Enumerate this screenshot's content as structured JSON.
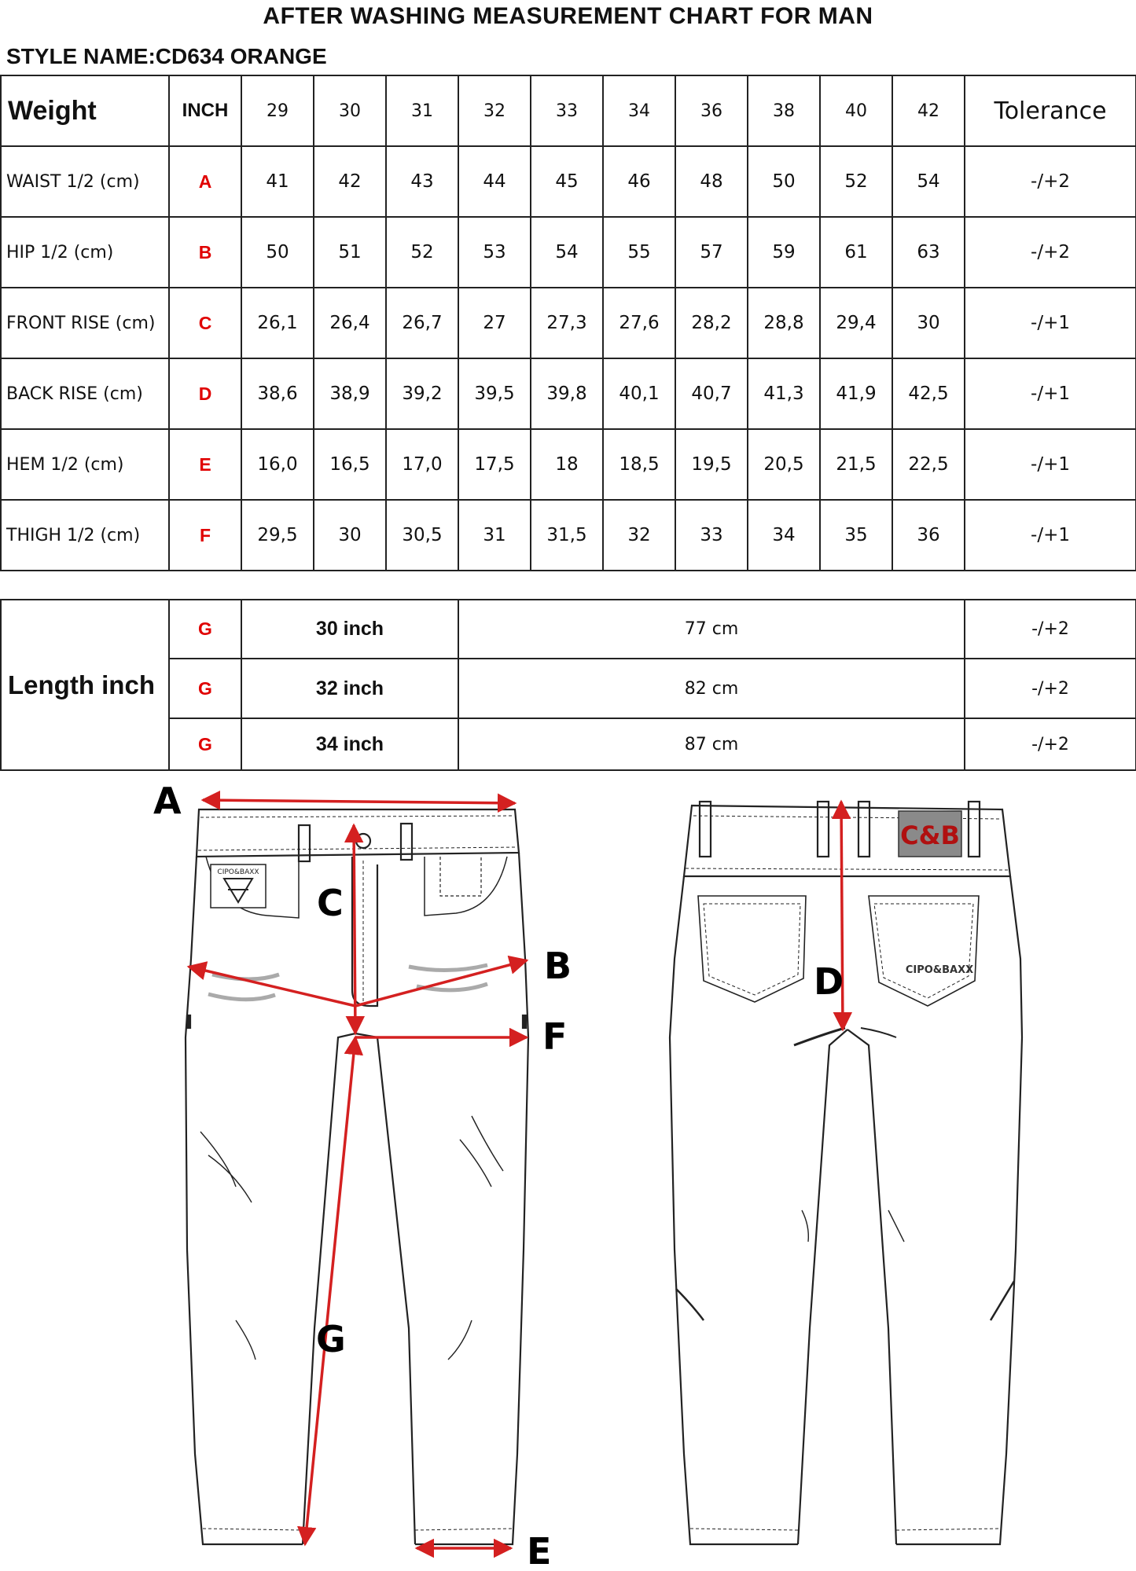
{
  "title": "AFTER WASHING MEASUREMENT CHART FOR MAN",
  "style_name": "STYLE NAME:CD634 ORANGE",
  "table": {
    "header": {
      "label": "Weight",
      "inch": "INCH",
      "sizes": [
        "29",
        "30",
        "31",
        "32",
        "33",
        "34",
        "36",
        "38",
        "40",
        "42"
      ],
      "tolerance": "Tolerance"
    },
    "rows": [
      {
        "name": "WAIST 1/2 (cm)",
        "code": "A",
        "values": [
          "41",
          "42",
          "43",
          "44",
          "45",
          "46",
          "48",
          "50",
          "52",
          "54"
        ],
        "tolerance": "-/+2"
      },
      {
        "name": "HIP 1/2 (cm)",
        "code": "B",
        "values": [
          "50",
          "51",
          "52",
          "53",
          "54",
          "55",
          "57",
          "59",
          "61",
          "63"
        ],
        "tolerance": "-/+2"
      },
      {
        "name": "FRONT RISE (cm)",
        "code": "C",
        "values": [
          "26,1",
          "26,4",
          "26,7",
          "27",
          "27,3",
          "27,6",
          "28,2",
          "28,8",
          "29,4",
          "30"
        ],
        "tolerance": "-/+1"
      },
      {
        "name": "BACK RISE (cm)",
        "code": "D",
        "values": [
          "38,6",
          "38,9",
          "39,2",
          "39,5",
          "39,8",
          "40,1",
          "40,7",
          "41,3",
          "41,9",
          "42,5"
        ],
        "tolerance": "-/+1"
      },
      {
        "name": "HEM 1/2  (cm)",
        "code": "E",
        "values": [
          "16,0",
          "16,5",
          "17,0",
          "17,5",
          "18",
          "18,5",
          "19,5",
          "20,5",
          "21,5",
          "22,5"
        ],
        "tolerance": "-/+1"
      },
      {
        "name": "THIGH 1/2 (cm)",
        "code": "F",
        "values": [
          "29,5",
          "30",
          "30,5",
          "31",
          "31,5",
          "32",
          "33",
          "34",
          "35",
          "36"
        ],
        "tolerance": "-/+1"
      }
    ]
  },
  "length_table": {
    "label": "Length inch",
    "rows": [
      {
        "code": "G",
        "inch": "30 inch",
        "cm": "77 cm",
        "tolerance": "-/+2"
      },
      {
        "code": "G",
        "inch": "32 inch",
        "cm": "82 cm",
        "tolerance": "-/+2"
      },
      {
        "code": "G",
        "inch": "34 inch",
        "cm": "87 cm",
        "tolerance": "-/+2"
      }
    ]
  },
  "diagram": {
    "labels": {
      "a": "A",
      "b": "B",
      "c": "C",
      "d": "D",
      "e": "E",
      "f": "F",
      "g": "G"
    },
    "brand_patch": "C&B",
    "pocket_label_back": "CIPO&BAXX",
    "pocket_label_front": "CIPO&BAXX",
    "colors": {
      "measure_line": "#d42020",
      "code_text": "#e00000",
      "patch_fill": "#8a8a8a",
      "patch_text": "#b01010"
    }
  }
}
